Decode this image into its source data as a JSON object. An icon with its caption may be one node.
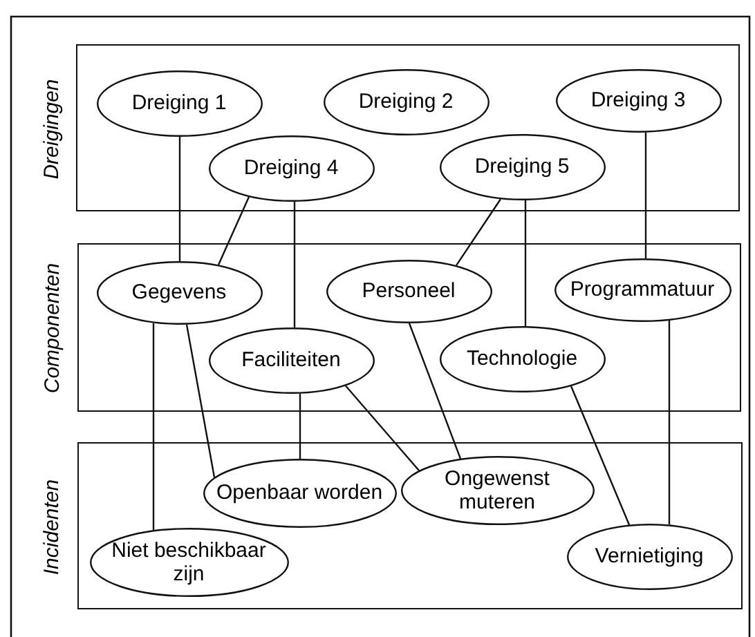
{
  "diagram": {
    "nodes": [
      {
        "text": [
          "Dreigingen"
        ]
      },
      {
        "text": [
          "Dreiging 1"
        ],
        "in": 0
      },
      {
        "text": [
          "Dreiging 2"
        ],
        "in": 0
      },
      {
        "text": [
          "Dreiging 3"
        ],
        "in": 0
      },
      {
        "text": [
          "Dreiging 4"
        ],
        "in": 0
      },
      {
        "text": [
          "Dreiging 5"
        ],
        "in": 0
      },
      {
        "text": [
          "Componenten"
        ]
      },
      {
        "text": [
          "Gegevens"
        ],
        "in": 6
      },
      {
        "text": [
          "Personeel"
        ],
        "in": 6
      },
      {
        "text": [
          "Programmatuur"
        ],
        "in": 6
      },
      {
        "text": [
          "Faciliteiten"
        ],
        "in": 6
      },
      {
        "text": [
          "Technologie"
        ],
        "in": 6
      },
      {
        "text": [
          "Incidenten"
        ]
      },
      {
        "text": [
          "Openbaar worden"
        ],
        "in": 12
      },
      {
        "text": [
          "Ongewenst muteren"
        ],
        "in": 12
      },
      {
        "text": [
          "Niet beschikbaar zijn"
        ],
        "in": 12
      },
      {
        "text": [
          "Vernietiging"
        ],
        "in": 12
      }
    ],
    "edges": [
      {
        "from": 1,
        "to": 7,
        "arrow": "none"
      },
      {
        "from": 4,
        "to": 7,
        "arrow": "none"
      },
      {
        "from": 4,
        "to": 10,
        "arrow": "none"
      },
      {
        "from": 5,
        "to": 8,
        "arrow": "none"
      },
      {
        "from": 5,
        "to": 11,
        "arrow": "none"
      },
      {
        "from": 3,
        "to": 9,
        "arrow": "none"
      },
      {
        "from": 7,
        "to": 15,
        "arrow": "none"
      },
      {
        "from": 7,
        "to": 13,
        "arrow": "none"
      },
      {
        "from": 10,
        "to": 13,
        "arrow": "none"
      },
      {
        "from": 10,
        "to": 14,
        "arrow": "none"
      },
      {
        "from": 8,
        "to": 14,
        "arrow": "none"
      },
      {
        "from": 11,
        "to": 16,
        "arrow": "none"
      },
      {
        "from": 9,
        "to": 16,
        "arrow": "none"
      }
    ]
  }
}
